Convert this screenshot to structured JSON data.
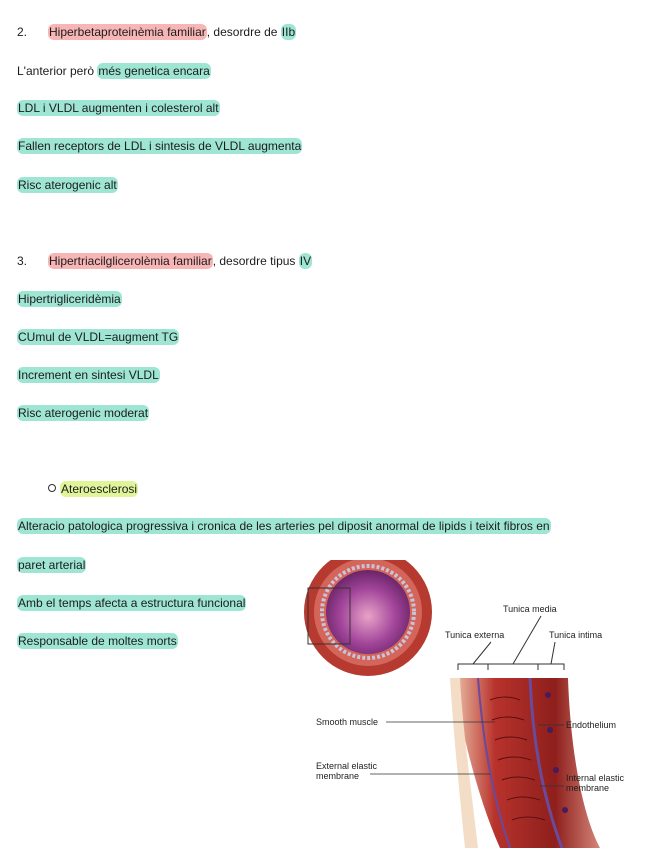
{
  "section2": {
    "num": "2.",
    "title": "Hiperbetaproteinèmia familiar",
    "title_rest_1": ", desordre de ",
    "type": "IIb",
    "lines": [
      [
        "L'anterior però ",
        "més genetica encara"
      ],
      [
        "LDL i VLDL augmenten i colesterol alt"
      ],
      [
        "Fallen receptors de LDL i sintesis de VLDL augmenta"
      ],
      [
        "Risc aterogenic alt"
      ]
    ]
  },
  "section3": {
    "num": "3.",
    "title": "Hipertriacilglicerolèmia familiar",
    "title_rest": ", desordre tipus ",
    "type": "IV",
    "lines": [
      "Hipertrigliceridèmia",
      "CUmul de VLDL=augment TG",
      "Increment en sintesi VLDL",
      "Risc aterogenic moderat"
    ]
  },
  "athero": {
    "bullet": "Ateroesclerosi",
    "para1": "Alteracio patologica progressiva i cronica de les arteries pel diposit anormal de lipids i teixit fibros en",
    "para2": "paret arterial",
    "para3": "Amb el temps afecta a estructura funcional",
    "para4": "Responsable de moltes morts"
  },
  "figure": {
    "labels": {
      "tunica_media": "Tunica media",
      "tunica_externa": "Tunica externa",
      "tunica_intima": "Tunica intima",
      "smooth_muscle": "Smooth muscle",
      "endothelium": "Endothelium",
      "external_elastic_1": "External elastic",
      "external_elastic_2": "membrane",
      "internal_elastic_1": "Internal elastic",
      "internal_elastic_2": "membrane"
    }
  }
}
